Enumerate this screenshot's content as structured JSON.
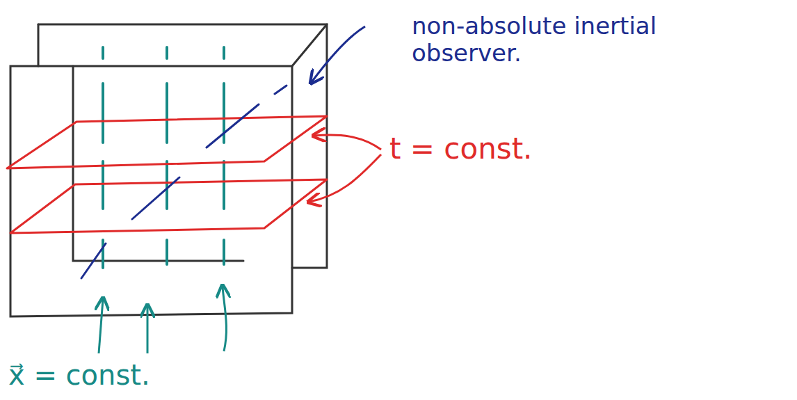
{
  "diagram": {
    "labels": [
      "non-absolute inertial observer.",
      "t = const.",
      "x⃗ = const."
    ]
  }
}
